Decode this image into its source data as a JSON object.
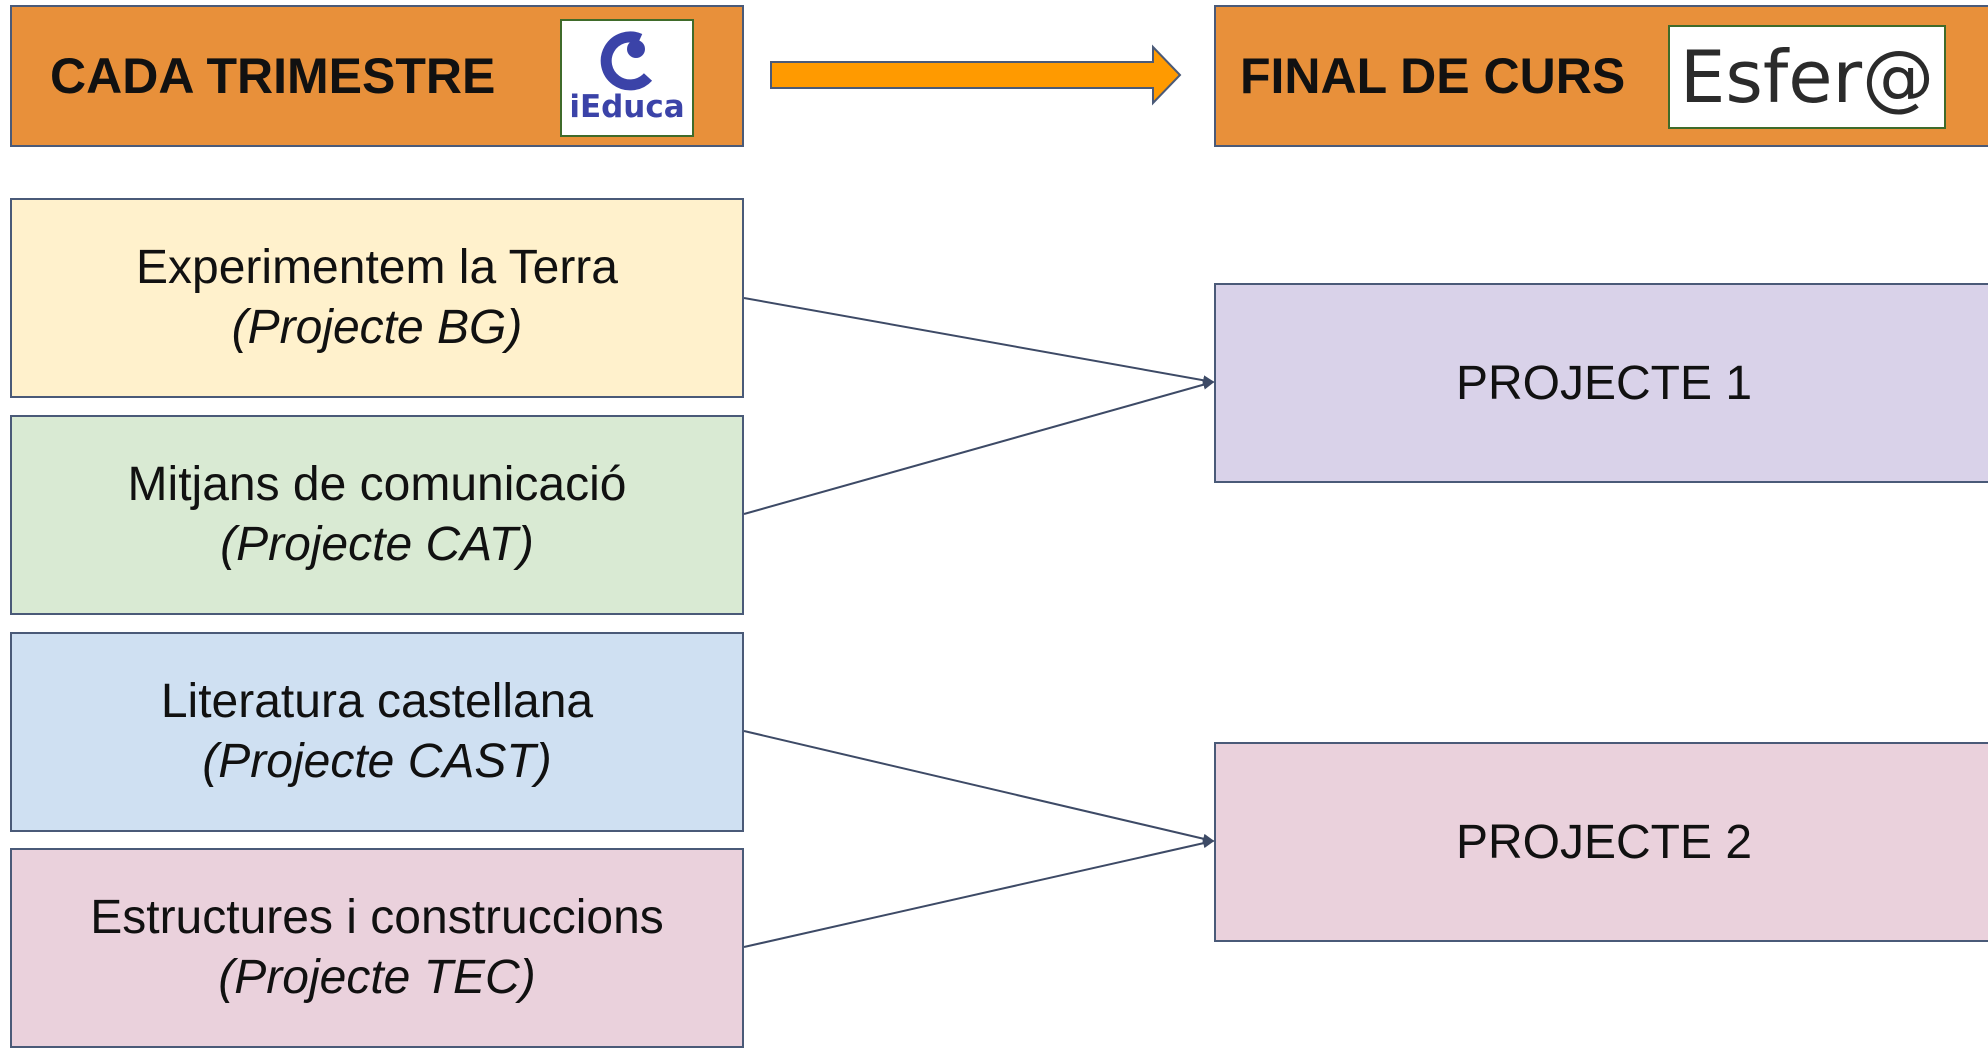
{
  "header_left": {
    "title": "CADA TRIMESTRE",
    "logo": {
      "name": "ieduca-logo",
      "text": "iEduca",
      "color": "#3b43a8"
    }
  },
  "header_right": {
    "title": "FINAL DE CURS",
    "logo": {
      "name": "esfera-logo",
      "text": "Esfer@"
    }
  },
  "colors": {
    "header": "#e8903a",
    "arrow": "#ff9a00",
    "border": "#4a5a78"
  },
  "subjects": [
    {
      "title": "Experimentem la Terra",
      "subtitle": "(Projecte BG)",
      "color": "#fff1cc"
    },
    {
      "title": "Mitjans de comunicació",
      "subtitle": "(Projecte CAT)",
      "color": "#d9ead3"
    },
    {
      "title": "Literatura castellana",
      "subtitle": "(Projecte CAST)",
      "color": "#cfe0f2"
    },
    {
      "title": "Estructures i construccions",
      "subtitle": "(Projecte TEC)",
      "color": "#ead1dc"
    }
  ],
  "projects": [
    {
      "label": "PROJECTE 1",
      "color": "#d9d2e9"
    },
    {
      "label": "PROJECTE 2",
      "color": "#ead1dc"
    }
  ]
}
